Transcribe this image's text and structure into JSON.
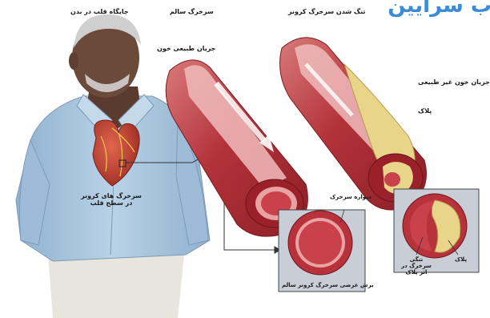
{
  "header": {
    "body_location_label": "جایگاه  قلب در بدن",
    "healthy_artery_label": "سرخرگ سالم",
    "narrowed_artery_label": "تنگ شدن سرخرگ کرونر",
    "corner_title": "ب سرایین"
  },
  "labels": {
    "normal_blood_flow": "جریان طبیعی خون",
    "abnormal_blood_flow": "جریان خون غیر طبیعی",
    "plaque": "پلاک",
    "artery_wall": "دیواره سرخرک",
    "coronary_arteries_on_heart": "سرخرگ های کرونر در سطح قلب",
    "healthy_cross_section": "برش عرضی سرخرگ کرونر سالم",
    "narrowed_by_plaque": "تنگی سرخرگ در اثر پلاک",
    "plaque_cross": "پلاک"
  },
  "colors": {
    "artery_red": "#b02a33",
    "artery_inner": "#e9a3a3",
    "plaque_yellow": "#e8d58a",
    "shirt_blue": "#a9c6de",
    "skin": "#6b4a3a",
    "inset_bg": "#c9ced6",
    "title_blue": "#3b8bd6"
  }
}
